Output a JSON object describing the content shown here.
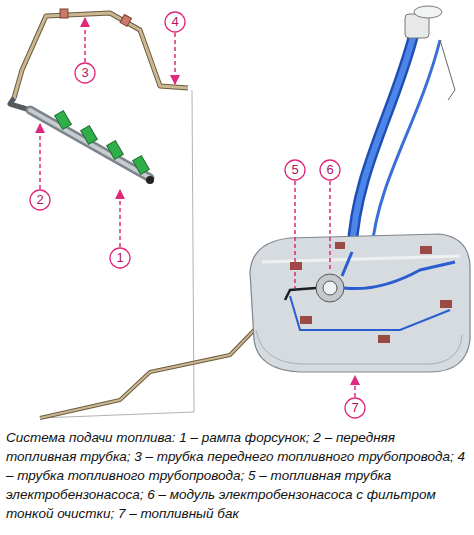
{
  "diagram": {
    "caption": "Система подачи топлива: 1 – рампа форсунок; 2 – передняя топливная трубка; 3 – трубка переднего топливного трубопровода; 4 – трубка топливного трубопровода; 5 – топливная трубка электробензонасоса; 6 – модуль электробензонасоса с фильтром тонкой очистки; 7 – топливный бак",
    "labels": [
      "4",
      "3",
      "2",
      "1",
      "5",
      "6",
      "7"
    ]
  }
}
